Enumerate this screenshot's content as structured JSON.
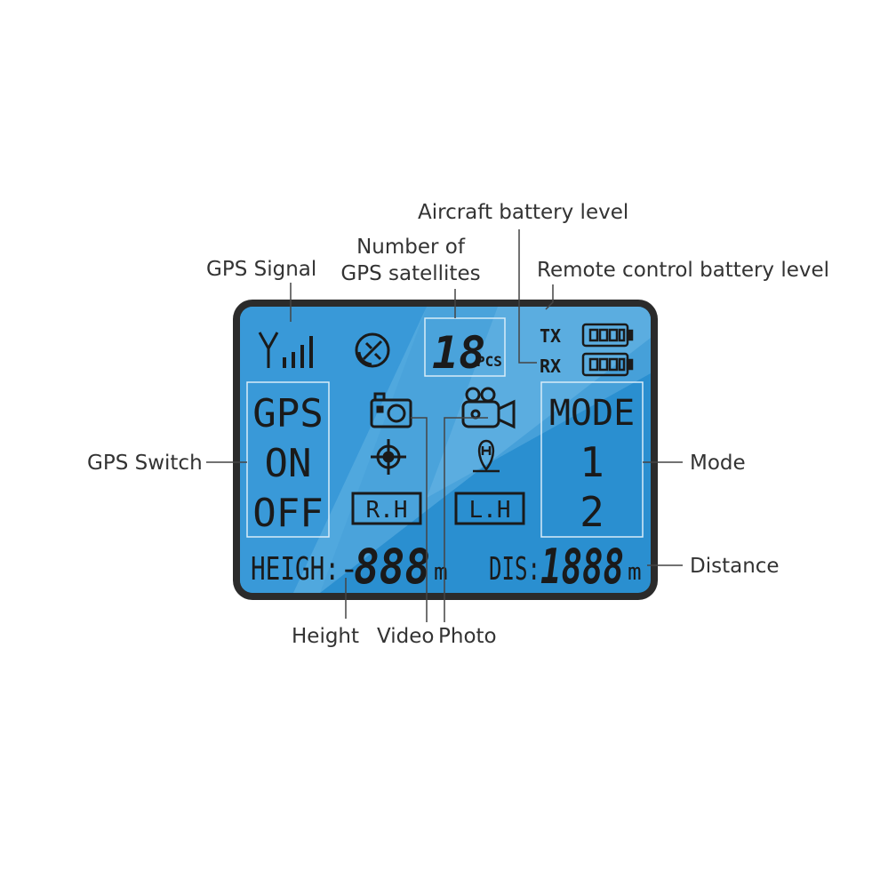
{
  "callouts": {
    "aircraft_battery": "Aircraft battery level",
    "satellites_line1": "Number of",
    "satellites_line2": "GPS satellites",
    "gps_signal": "GPS Signal",
    "remote_battery": "Remote control battery level",
    "gps_switch": "GPS Switch",
    "mode": "Mode",
    "distance": "Distance",
    "height": "Height",
    "video": "Video",
    "photo": "Photo"
  },
  "lcd": {
    "satellite_digits": "18",
    "pcs_unit": "PCS",
    "tx_label": "TX",
    "rx_label": "RX",
    "gps_word": "GPS",
    "on_word": "ON",
    "off_word": "OFF",
    "mode_word": "MODE",
    "mode_1": "1",
    "mode_2": "2",
    "rh_label": "R.H",
    "lh_label": "L.H",
    "height_label": "HEIGH:",
    "height_sign": "-",
    "height_digits": "888",
    "height_unit": "m",
    "dis_label": "DIS:",
    "dis_digits": "1888",
    "dis_unit": "m"
  },
  "colors": {
    "lcd_blue": "#2a8fd0",
    "lcd_highlight": "#64b4e4",
    "bezel": "#2b2b2b",
    "segment": "#1a1a1a",
    "leader_line": "#444444",
    "callout_text": "#333333",
    "box_outline": "#d8ecf8"
  },
  "icons": [
    "signal-icon",
    "satellite-icon",
    "camera-icon",
    "video-camera-icon",
    "compass-icon",
    "home-point-icon",
    "battery-icon"
  ]
}
